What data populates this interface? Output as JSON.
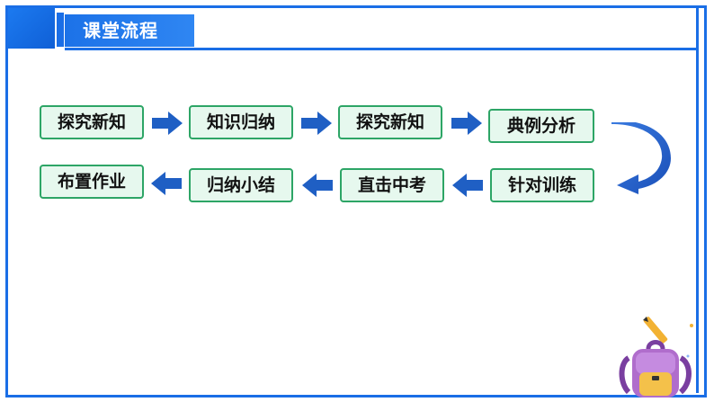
{
  "header": {
    "title": "课堂流程"
  },
  "flow": {
    "row1": [
      "探究新知",
      "知识归纳",
      "探究新知",
      "典例分析"
    ],
    "row2": [
      "针对训练",
      "直击中考",
      "归纳小结",
      "布置作业"
    ]
  },
  "colors": {
    "primary": "#1a6ee6",
    "box_fill": "#e6f8ee",
    "box_border": "#2da566",
    "arrow": "#1f5fc4"
  },
  "icons": [
    "right-arrow-icon",
    "left-arrow-icon",
    "curved-down-arrow-icon",
    "backpack-icon",
    "pencil-icon"
  ]
}
